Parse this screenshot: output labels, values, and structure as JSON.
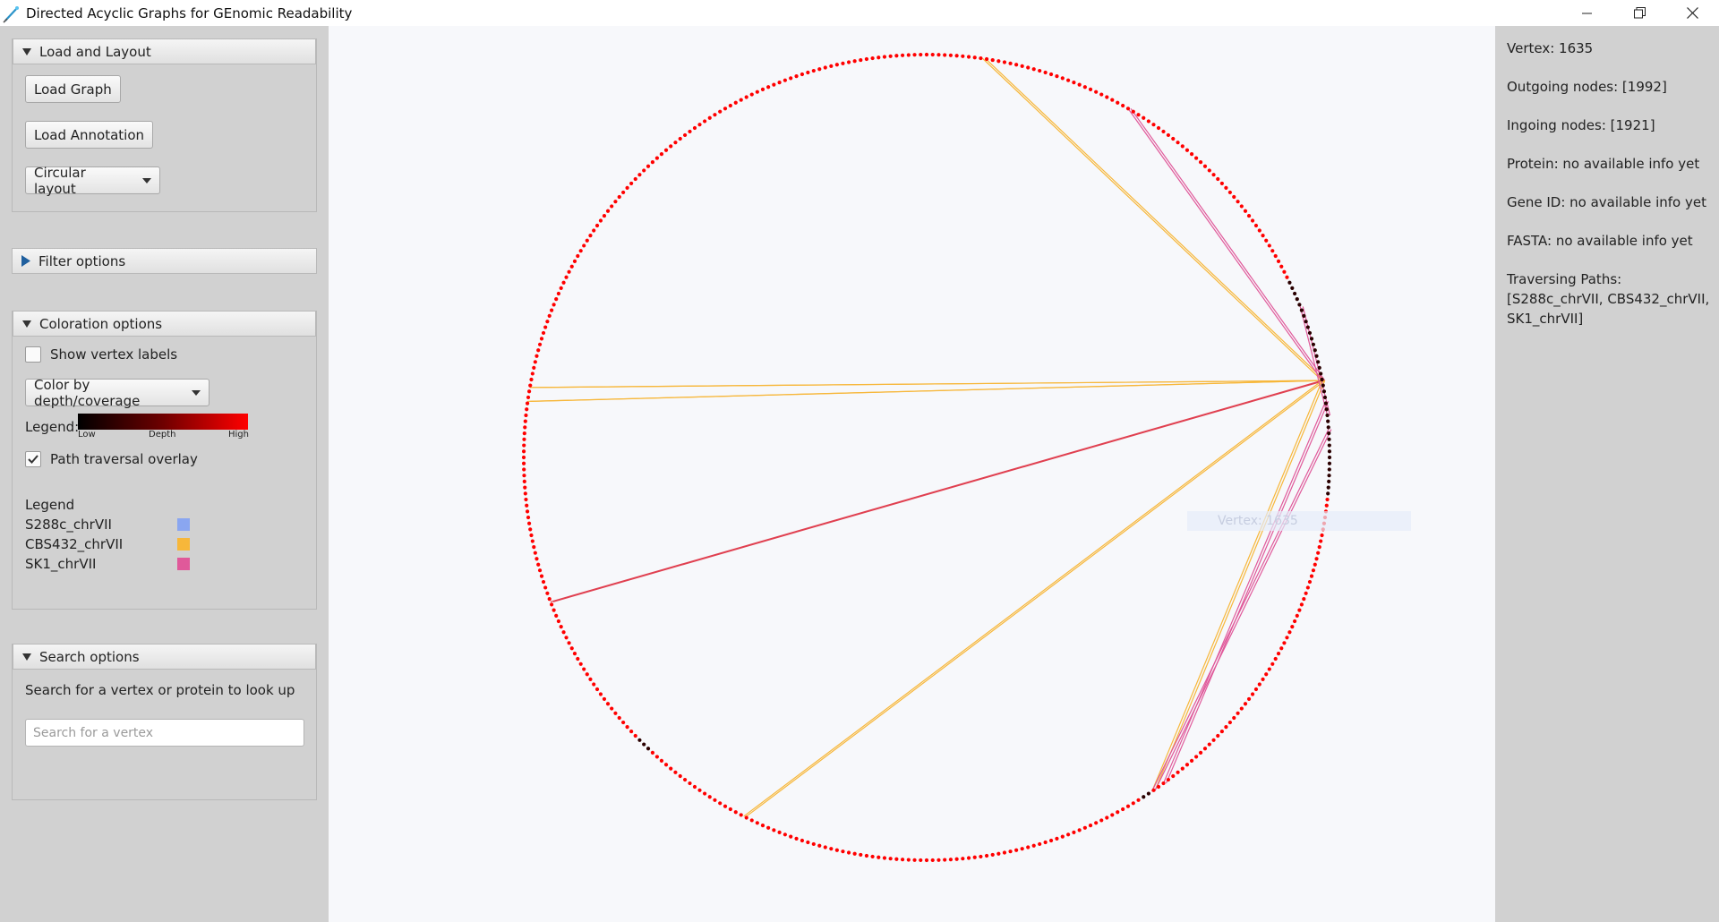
{
  "window": {
    "title": "Directed Acyclic Graphs for GEnomic Readability",
    "icon": "needle-icon",
    "controls": [
      "minimize-icon",
      "restore-icon",
      "close-icon"
    ]
  },
  "load_layout": {
    "header": "Load and Layout",
    "load_graph": "Load Graph",
    "load_annotation": "Load Annotation",
    "layout_selected": "Circular layout"
  },
  "filter": {
    "header": "Filter options"
  },
  "coloration": {
    "header": "Coloration options",
    "show_labels": "Show vertex labels",
    "show_labels_checked": false,
    "color_mode": "Color by depth/coverage",
    "legend_label": "Legend:",
    "gradient": {
      "low": "Low",
      "mid": "Depth",
      "high": "High",
      "colors": [
        "#000000",
        "#ff0000"
      ]
    },
    "path_overlay": "Path traversal overlay",
    "path_overlay_checked": true,
    "legend_title": "Legend",
    "paths": [
      {
        "name": "S288c_chrVII",
        "color": "#8aa6f0"
      },
      {
        "name": "CBS432_chrVII",
        "color": "#f7b73a"
      },
      {
        "name": "SK1_chrVII",
        "color": "#e0599a"
      }
    ]
  },
  "search": {
    "header": "Search options",
    "hint": "Search for a vertex or protein to look up",
    "placeholder": "Search for a vertex",
    "value": ""
  },
  "canvas": {
    "ghost_label": "Vertex: 1635"
  },
  "info": {
    "vertex": "Vertex: 1635",
    "outgoing": "Outgoing nodes: [1992]",
    "ingoing": "Ingoing nodes: [1921]",
    "protein": "Protein: no available info yet",
    "gene_id": "Gene ID: no available info yet",
    "fasta": "FASTA: no available info yet",
    "paths_title": "Traversing Paths:",
    "paths_list": "[S288c_chrVII, CBS432_chrVII, SK1_chrVII]"
  },
  "graph": {
    "node_color": "#ff0000",
    "dark_node_color": "#2a0000",
    "edge_colors": {
      "CBS432_chrVII": "#f7b73a",
      "SK1_chrVII": "#e0599a",
      "mixed": "#e04050"
    }
  }
}
